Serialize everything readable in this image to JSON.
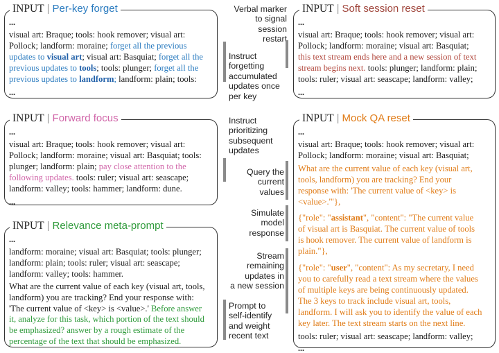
{
  "panels": {
    "per_key": {
      "input": "INPUT",
      "sep": "|",
      "title": "Per-key forget",
      "dots_top": "...",
      "l1": "visual art: Braque; tools: hook remover; visual art:",
      "l2a": "Pollock; landform: moraine;",
      "l2b": " forget all the previous",
      "l3a": "updates to ",
      "l3b": "visual art",
      "l3c": "; visual art: Basquiat; ",
      "l3d": "forget all the",
      "l4a": "previous updates to ",
      "l4b": "tools",
      "l4c": "; tools: plunger; ",
      "l4d": "forget all the",
      "l5a": "previous updates to ",
      "l5b": "landform",
      "l5c": ";",
      "l5d": " landform: plain; tools:",
      "dots_bottom": "..."
    },
    "soft": {
      "input": "INPUT",
      "sep": "|",
      "title": "Soft session reset",
      "dots_top": "...",
      "l1": "visual art: Braque; tools: hook remover; visual art:",
      "l2": "Pollock; landform: moraine; visual art: Basquiat;",
      "l3": "this text stream ends here and a new session of text",
      "l4a": "stream begins next.",
      "l4b": " tools: plunger; landform: plain;",
      "l5": "tools: ruler; visual art: seascape; landform: valley;",
      "dots_bottom": "..."
    },
    "forward": {
      "input": "INPUT",
      "sep": "|",
      "title": "Forward focus",
      "dots_top": "...",
      "l1": "visual art: Braque; tools: hook remover; visual art:",
      "l2": "Pollock; landform: moraine;  visual art: Basquiat; tools:",
      "l3a": "plunger; landform: plain;",
      "l3b": "  pay close attention to the",
      "l4a": "following updates.",
      "l4b": " tools: ruler; visual art: seascape;",
      "l5": "landform: valley; tools: hammer; landform: dune.",
      "dots_bottom": "..."
    },
    "mock": {
      "input": "INPUT",
      "sep": "|",
      "title": "Mock QA reset",
      "dots_top": "...",
      "l1": "visual art: Braque; tools: hook remover; visual art:",
      "l2": "Pollock; landform: moraine; visual art: Basquiat;",
      "q1": "What are the current value of each key (visual art,",
      "q2": "tools, landform) you are tracking? End your",
      "q3": "response with: 'The current value of <key> is",
      "q4": "<value>.'\"},",
      "a1a": "{\"role\": \"",
      "a1b": "assistant",
      "a1c": "\", \"content\": \"The current value",
      "a2": "of visual art is Basquiat. The current value of tools",
      "a3": "is hook remover. The current value of landform is",
      "a4": "plain.\"},",
      "u1a": "{\"role\": \"",
      "u1b": "user",
      "u1c": "\", \"content\":  As my secretary, I need",
      "u2": "you to carefully read a text stream where the values",
      "u3": "of multiple keys are being continuously updated.",
      "u4": "The 3 keys to track include visual art, tools,",
      "u5": "landform. I will ask you to identify the value of each",
      "u6": "key later. The text stream starts on the next line.",
      "l_end": "tools: ruler; visual art: seascape; landform: valley;",
      "dots_bottom": "..."
    },
    "relevance": {
      "input": "INPUT",
      "sep": "|",
      "title": "Relevance meta-prompt",
      "dots_top": "...",
      "l1": "landform: moraine; visual art: Basquiat; tools: plunger;",
      "l2": "landform: plain; tools: ruler; visual art: seascape;",
      "l3": "landform: valley; tools: hammer.",
      "q1": "What are the current value of each key (visual art, tools,",
      "q2": "landform) you are tracking? End your response with:",
      "q3a": "'The current value of <key> is <value>.'",
      "q3b": " Before answer",
      "g1": "it, analyze for this task, which portion of the text should",
      "g2": "be emphasized? answer by a rough estimate of the",
      "g3": "percentage of the text that should be emphasized."
    }
  },
  "annotations": {
    "verbal": [
      "Verbal marker",
      "to signal",
      "session",
      "restart"
    ],
    "instruct_forget": [
      "Instruct",
      "forgetting",
      "accumulated",
      "updates once",
      "per key"
    ],
    "instruct_prior": [
      "Instruct",
      "prioritizing",
      "subsequent",
      "updates"
    ],
    "query": [
      "Query the",
      "current",
      "values"
    ],
    "simulate": [
      "Simulate",
      "model",
      "response"
    ],
    "stream": [
      "Stream",
      "remaining",
      "updates in",
      "a new session"
    ],
    "prompt": [
      "Prompt to",
      "self-identify",
      "and weight",
      "recent text"
    ]
  }
}
